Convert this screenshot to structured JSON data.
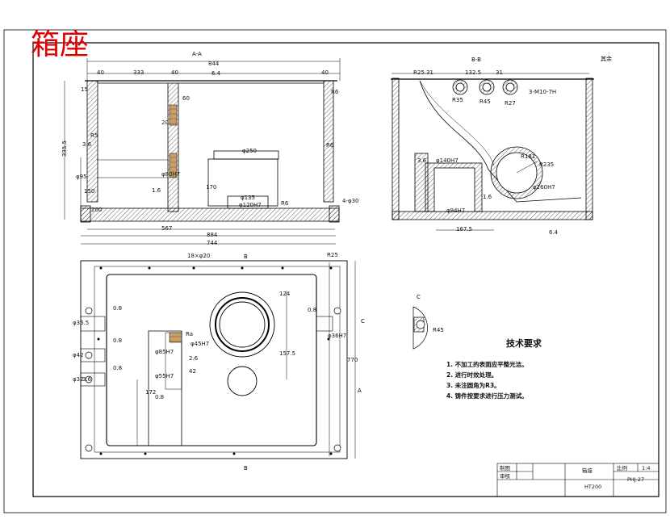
{
  "title": "箱座",
  "views": {
    "aa": {
      "label": "A-A",
      "dims": {
        "total_top": "844",
        "left_wall": "40",
        "inner_left": "333",
        "mid_wall": "40",
        "right_wall": "40",
        "rough": "6.4",
        "height": "335.5",
        "bottom_len": "567",
        "base_len": "884",
        "overall": "744",
        "h1": "15",
        "h2": "R5",
        "h3": "4-φ30",
        "boss": "φ250",
        "hole": "φ120H7",
        "r1": "R6",
        "r2": "R6",
        "s1": "3.6",
        "s2": "1.6",
        "d1": "φ95",
        "d2": "φ80H7",
        "d3": "170",
        "d4": "150",
        "d5": "200",
        "d6": "φ135",
        "d7": "20",
        "d8": "R6",
        "d9": "60"
      }
    },
    "bb": {
      "label": "B-B",
      "rest": "其余",
      "dims": {
        "a1": "R25.31",
        "a2": "132.5",
        "a3": "31",
        "a4": "3-M10-7H",
        "a5": "R35",
        "a6": "R45",
        "a7": "R27",
        "a8": "R181",
        "a9": "R235",
        "a10": "φ260H7",
        "a11": "φ140H7",
        "a12": "167.5",
        "a13": "φ94H7",
        "a14": "3.6",
        "a15": "6.4",
        "a16": "1.6"
      }
    },
    "top": {
      "label_top": "B",
      "label_bottom": "B",
      "c_arrow": "C",
      "a_arrow": "A",
      "dims": {
        "b1": "18×φ20",
        "b2": "R25",
        "b3": "124",
        "b4": "157.5",
        "b5": "770",
        "b6": "φ36.5",
        "b7": "φ85H7",
        "b8": "φ55H7",
        "b9": "φ42",
        "b10": "φ32",
        "b11": "0.8",
        "b12": "0.8",
        "b13": "0.8",
        "b14": "3.6",
        "b15": "0.8",
        "b16": "φ36H7",
        "b17": "2.6",
        "b18": "172",
        "b19": "42",
        "b20": "0.8",
        "b21": "φ45H7",
        "b22": "Ra"
      }
    },
    "c": {
      "label": "C",
      "dim": "R45"
    }
  },
  "requirements": {
    "heading": "技术要求",
    "items": [
      "1. 不加工的表面应平整光洁。",
      "2. 进行时效处理。",
      "3. 未注圆角为R3。",
      "4. 铸件按要求进行压力测试。"
    ]
  },
  "title_block": {
    "draw": "制图",
    "check": "审核",
    "name": "箱座",
    "scale_label": "比例",
    "scale": "1:4",
    "material": "HT200",
    "number": "PHJ-27"
  }
}
